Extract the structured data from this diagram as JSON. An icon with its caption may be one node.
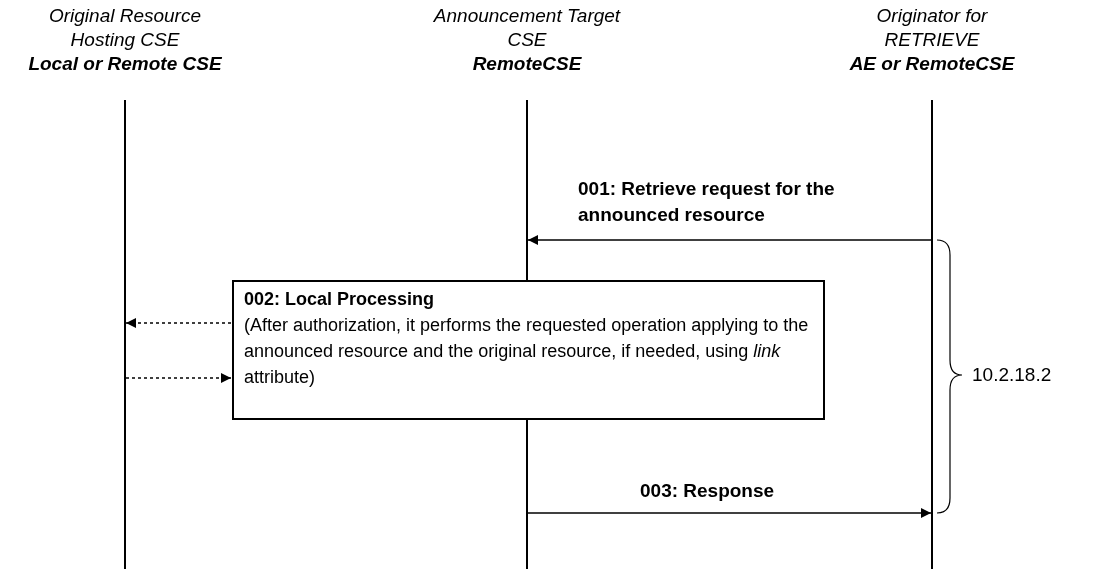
{
  "diagram": {
    "nodes": [
      {
        "text": [
          "Original Resource Hosting CSE",
          "Local or Remote CSE"
        ]
      },
      {
        "text": [
          "Announcement Target CSE",
          "RemoteCSE"
        ]
      },
      {
        "text": [
          "Originator for RETRIEVE",
          "AE or RemoteCSE"
        ]
      },
      {
        "text": [
          "002: Local Processing",
          "(After authorization, it performs the requested operation applying to the announced resource and the original resource, if needed, using *link* attribute)"
        ]
      }
    ],
    "edges": [
      {
        "from": 2,
        "to": 1,
        "arrow": "to",
        "label": "001: Retrieve request for the announced resource"
      },
      {
        "from": 3,
        "to": 0,
        "arrow": "to",
        "style": "dashed"
      },
      {
        "from": 0,
        "to": 3,
        "arrow": "to",
        "style": "dashed"
      },
      {
        "from": 1,
        "to": 2,
        "arrow": "to",
        "label": "003: Response"
      }
    ],
    "labels": [
      "10.2.18.2"
    ]
  }
}
